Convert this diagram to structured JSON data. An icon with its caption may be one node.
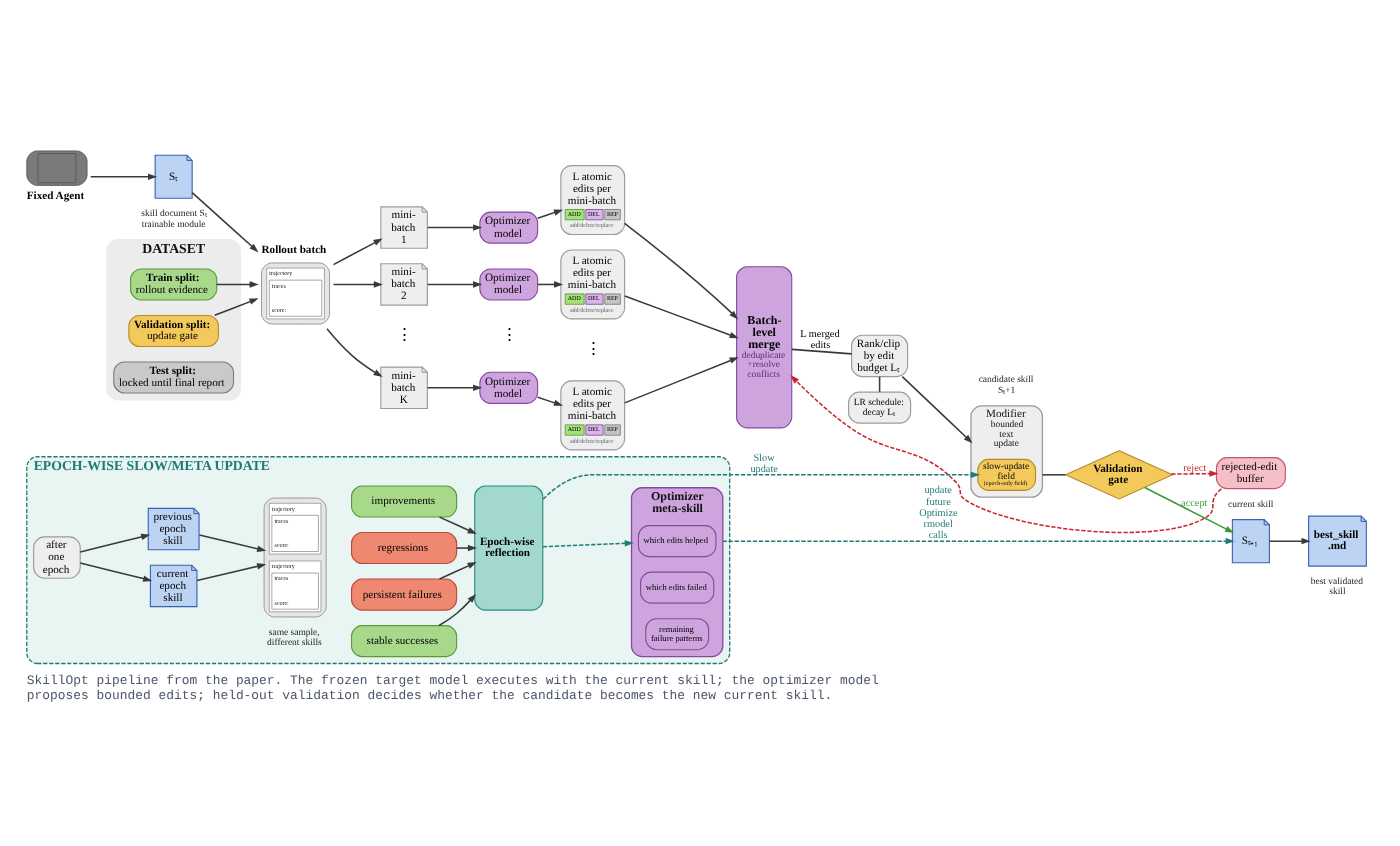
{
  "diagram": {
    "caption": "SkillOpt pipeline from the paper. The frozen target model executes with the current skill; the optimizer model proposes bounded edits; held-out validation decides whether the candidate becomes the new current skill.",
    "nodes": [
      {
        "text": [
          "DATASET"
        ]
      },
      {
        "text": [
          "Train split:",
          "rollout evidence"
        ],
        "in": 0
      },
      {
        "text": [
          "Validation split:",
          "update gate"
        ],
        "in": 0
      },
      {
        "text": [
          "Test split:",
          "locked until final report"
        ],
        "in": 0
      },
      {
        "text": [
          "Fixed Agent"
        ]
      },
      {
        "text": [
          "Sₜ"
        ],
        "beside": [
          "skill document Sₜ trainable module"
        ]
      },
      {
        "text": [
          "Rollout batch",
          "trajectory",
          "traces",
          "score:"
        ]
      },
      {
        "text": [
          "mini-batch 1"
        ]
      },
      {
        "text": [
          "mini-batch 2"
        ]
      },
      {
        "text": [
          "mini-batch K"
        ]
      },
      {
        "text": [
          "Optimizer model"
        ]
      },
      {
        "text": [
          "Optimizer model"
        ]
      },
      {
        "text": [
          "Optimizer model"
        ]
      },
      {
        "text": [
          "L atomic edits per mini-batch",
          "ADD",
          "DEL",
          "REP",
          "add/delete/replace"
        ]
      },
      {
        "text": [
          "L atomic edits per mini-batch",
          "ADD",
          "DEL",
          "REP",
          "add/delete/replace"
        ]
      },
      {
        "text": [
          "L atomic edits per mini-batch",
          "ADD",
          "DEL",
          "REP",
          "add/delete/replace"
        ]
      },
      {
        "text": [
          "Batch-level merge",
          "deduplicate +resolve conflicts"
        ]
      },
      {
        "text": [
          "Rank/clip by edit budget Lₜ"
        ]
      },
      {
        "text": [
          "LR schedule: decay Lₜ"
        ]
      },
      {
        "text": [
          "Modifier",
          "bounded text update"
        ],
        "beside": [
          "candidate skill Sₜ+1"
        ]
      },
      {
        "text": [
          "slow-update field",
          "(epoch-only field)"
        ],
        "in": 19
      },
      {
        "text": [
          "Validation gate"
        ]
      },
      {
        "text": [
          "Sₜ₊₁"
        ],
        "beside": [
          "current skill"
        ]
      },
      {
        "text": [
          "best_skill .md"
        ],
        "beside": [
          "best validated skill"
        ]
      },
      {
        "text": [
          "rejected-edit buffer"
        ]
      },
      {
        "text": [
          "EPOCH-WISE SLOW/META UPDATE"
        ]
      },
      {
        "text": [
          "after one epoch"
        ],
        "in": 25
      },
      {
        "text": [
          "previous epoch skill"
        ],
        "in": 25
      },
      {
        "text": [
          "current epoch skill"
        ],
        "in": 25
      },
      {
        "text": [
          "trajectory",
          "traces",
          "score:",
          "trajectory",
          "traces",
          "score:"
        ],
        "beside": [
          "same sample, different skills"
        ],
        "in": 25
      },
      {
        "text": [
          "improvements"
        ],
        "in": 25
      },
      {
        "text": [
          "regressions"
        ],
        "in": 25
      },
      {
        "text": [
          "persistent failures"
        ],
        "in": 25
      },
      {
        "text": [
          "stable successes"
        ],
        "in": 25
      },
      {
        "text": [
          "Epoch-wise reflection"
        ],
        "in": 25
      },
      {
        "text": [
          "Optimizer meta-skill"
        ],
        "in": 25
      },
      {
        "text": [
          "which edits helped"
        ],
        "in": 35
      },
      {
        "text": [
          "which edits failed"
        ],
        "in": 35
      },
      {
        "text": [
          "remaining failure patterns"
        ],
        "in": 35
      }
    ],
    "edges": [
      {
        "from": 1,
        "to": 6,
        "arrow": "to"
      },
      {
        "from": 2,
        "to": 6,
        "arrow": "to"
      },
      {
        "from": 4,
        "to": 5,
        "arrow": "to"
      },
      {
        "from": 5,
        "to": 6,
        "arrow": "to"
      },
      {
        "from": 6,
        "to": 7,
        "arrow": "to"
      },
      {
        "from": 6,
        "to": 8,
        "arrow": "to"
      },
      {
        "from": 6,
        "to": 9,
        "arrow": "to"
      },
      {
        "from": 7,
        "to": 10,
        "arrow": "to"
      },
      {
        "from": 8,
        "to": 11,
        "arrow": "to"
      },
      {
        "from": 9,
        "to": 12,
        "arrow": "to"
      },
      {
        "from": 10,
        "to": 13,
        "arrow": "to"
      },
      {
        "from": 11,
        "to": 14,
        "arrow": "to"
      },
      {
        "from": 12,
        "to": 15,
        "arrow": "to"
      },
      {
        "from": 13,
        "to": 16,
        "arrow": "to"
      },
      {
        "from": 14,
        "to": 16,
        "arrow": "to"
      },
      {
        "from": 15,
        "to": 16,
        "arrow": "to"
      },
      {
        "from": 16,
        "to": 17,
        "arrow": "none",
        "label": "L merged edits"
      },
      {
        "from": 17,
        "to": 18,
        "arrow": "none"
      },
      {
        "from": 17,
        "to": 19,
        "arrow": "to"
      },
      {
        "from": 19,
        "to": 21,
        "arrow": "none"
      },
      {
        "from": 21,
        "to": 22,
        "arrow": "to",
        "label": "accept",
        "color": "#3c9a3c"
      },
      {
        "from": 22,
        "to": 23,
        "arrow": "to"
      },
      {
        "from": 21,
        "to": 24,
        "arrow": "to",
        "label": "reject",
        "style": "dashed",
        "color": "#c8282c"
      },
      {
        "from": 24,
        "to": 16,
        "arrow": "to",
        "style": "dashed",
        "color": "#c8282c"
      },
      {
        "from": 34,
        "to": 20,
        "arrow": "to",
        "label": "Slow update",
        "style": "dashed",
        "color": "#1f7a78"
      },
      {
        "from": 35,
        "to": 22,
        "arrow": "to",
        "label": "update future Optimize rmodel calls",
        "style": "dashed",
        "color": "#1f7a78"
      },
      {
        "from": 34,
        "to": 35,
        "arrow": "to",
        "style": "dashed",
        "color": "#1f7a78"
      },
      {
        "from": 26,
        "to": 27,
        "arrow": "to"
      },
      {
        "from": 26,
        "to": 28,
        "arrow": "to"
      },
      {
        "from": 27,
        "to": 29,
        "arrow": "to"
      },
      {
        "from": 28,
        "to": 29,
        "arrow": "to"
      },
      {
        "from": 30,
        "to": 34,
        "arrow": "to"
      },
      {
        "from": 31,
        "to": 34,
        "arrow": "to"
      },
      {
        "from": 32,
        "to": 34,
        "arrow": "to"
      },
      {
        "from": 33,
        "to": 34,
        "arrow": "to"
      }
    ],
    "labels": [
      "⋮",
      "⋮",
      "⋮"
    ]
  }
}
